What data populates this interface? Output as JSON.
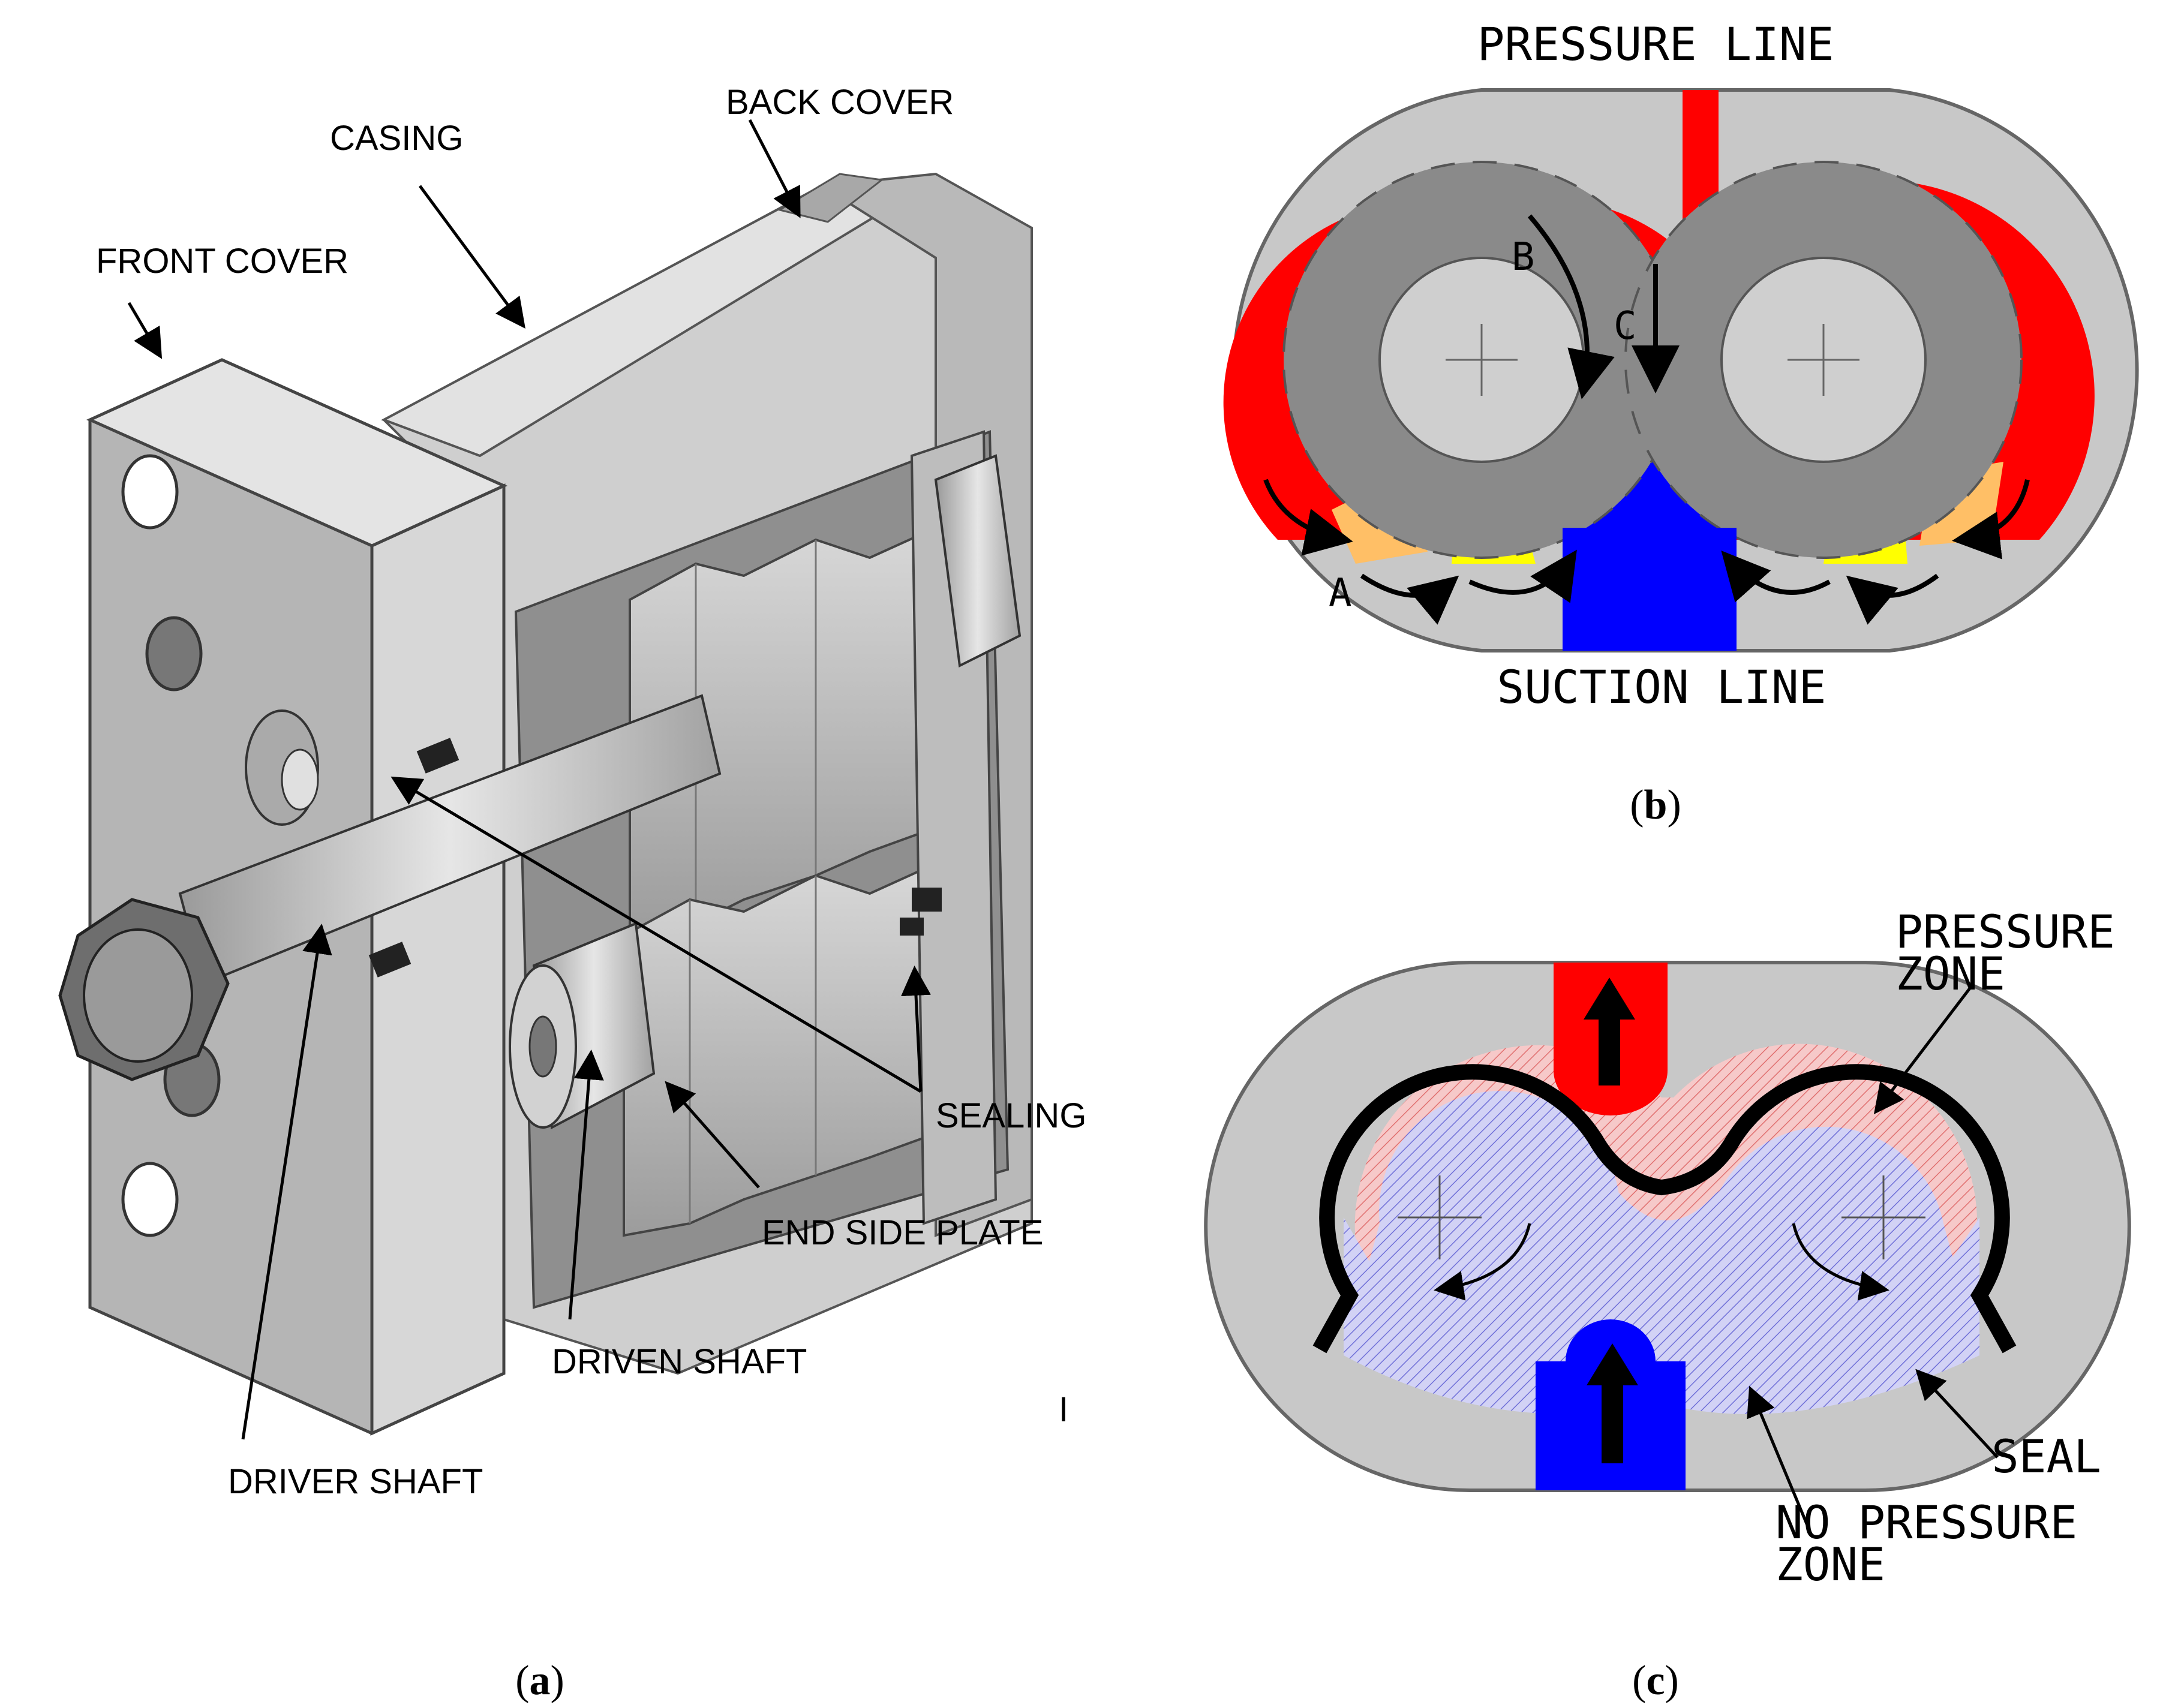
{
  "figure": {
    "panel_a": {
      "caption_open": "(",
      "caption_letter": "a",
      "caption_close": ")",
      "labels": {
        "back_cover": "BACK COVER",
        "casing": "CASING",
        "front_cover": "FRONT COVER",
        "sealing": "SEALING",
        "end_side_plate": "END SIDE PLATE",
        "driven_shaft": "DRIVEN SHAFT",
        "driver_shaft": "DRIVER SHAFT",
        "stray_mark": "I"
      }
    },
    "panel_b": {
      "caption_open": "(",
      "caption_letter": "b",
      "caption_close": ")",
      "labels": {
        "pressure_line": "PRESSURE LINE",
        "suction_line": "SUCTION LINE",
        "point_a": "A",
        "point_b": "B",
        "point_c": "C"
      }
    },
    "panel_c": {
      "caption_open": "(",
      "caption_letter": "c",
      "caption_close": ")",
      "labels": {
        "pressure_zone_1": "PRESSURE",
        "pressure_zone_2": "ZONE",
        "seal": "SEAL",
        "no_pressure_zone_1": "NO PRESSURE",
        "no_pressure_zone_2": "ZONE"
      }
    },
    "colors": {
      "pressure_red": "#ff0000",
      "suction_blue": "#0000ff",
      "trapped_orange": "#ffbf66",
      "trapped_yellow": "#ffff00",
      "casing_gray": "#c8c8c8",
      "gear_gray": "#8a8a8a",
      "pressure_zone_pink": "#f3bcbc",
      "no_pressure_zone_lavender": "#c3c3f0"
    }
  }
}
